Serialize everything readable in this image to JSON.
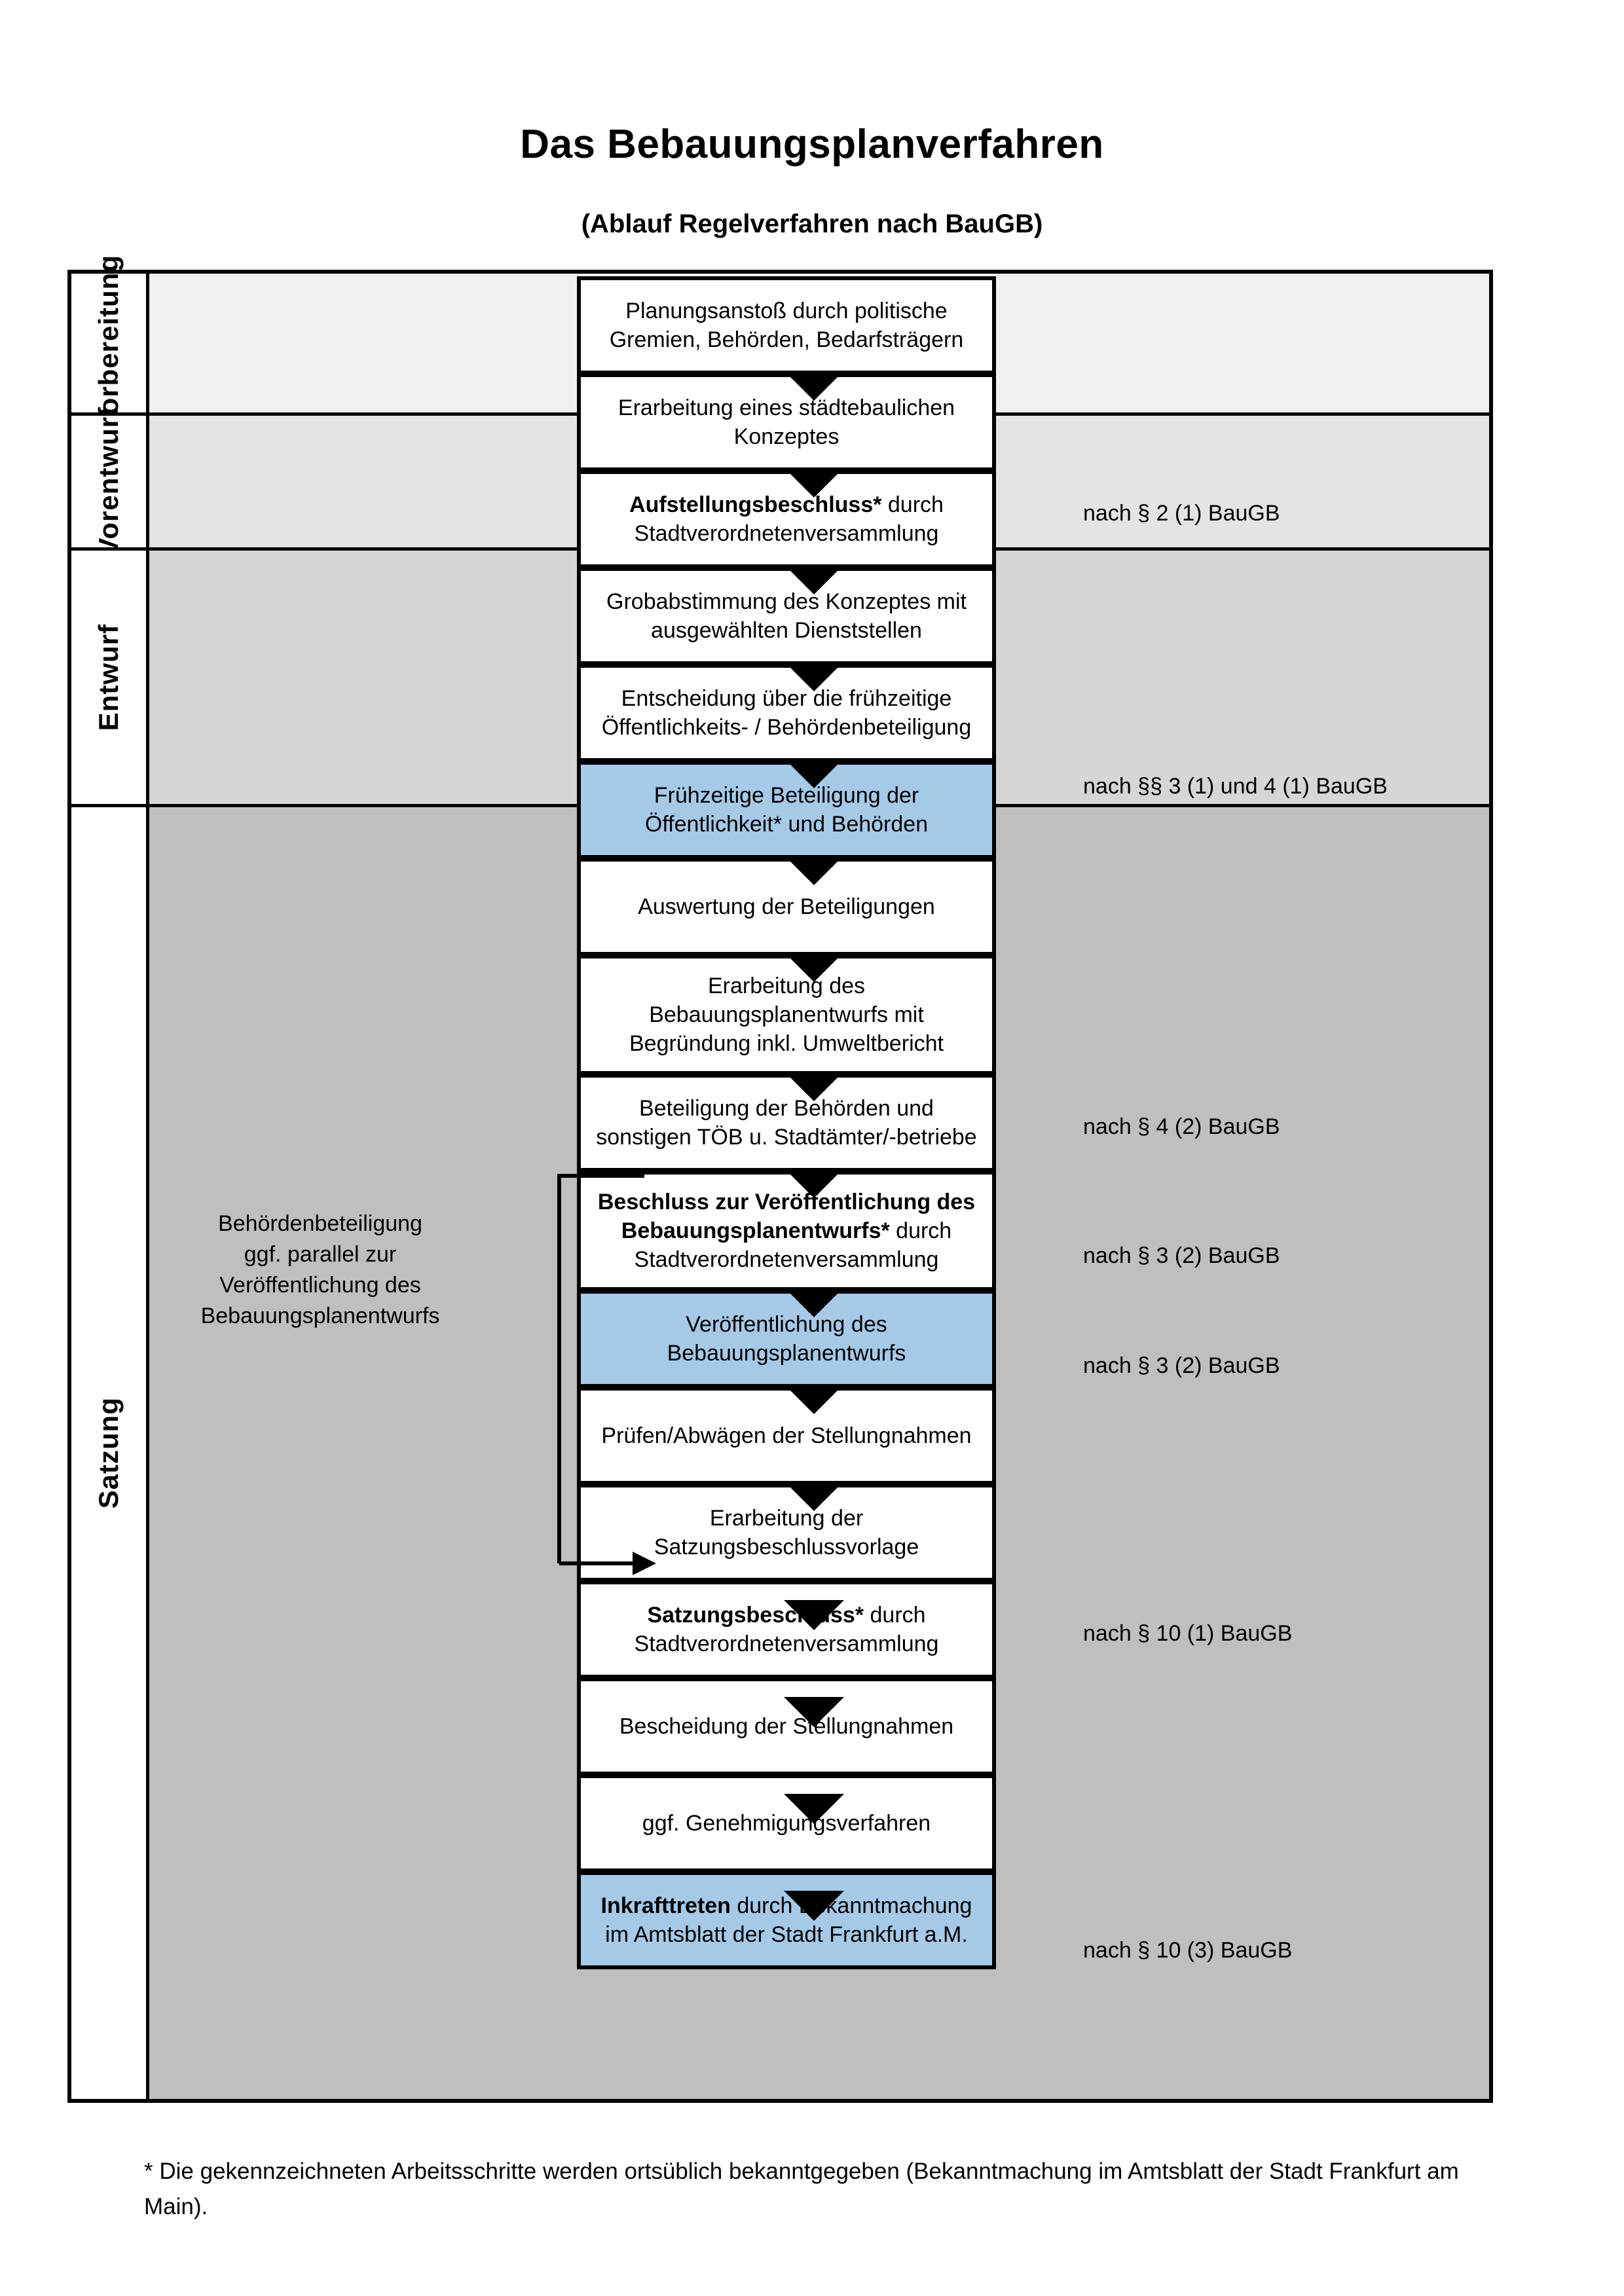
{
  "header": {
    "title": "Das Bebauungsplanverfahren",
    "subtitle": "(Ablauf Regelverfahren nach BauGB)"
  },
  "colors": {
    "highlight_box": "#a6c9e8",
    "band_vorbereitung": "#f0f0f0",
    "band_vorentwurf": "#e4e4e4",
    "band_entwurf": "#d6d6d6",
    "band_satzung": "#bfbfbf",
    "box_border": "#000000",
    "box_fill": "#ffffff"
  },
  "bands": [
    {
      "id": "vorbereitung",
      "label": "Vorbereitung"
    },
    {
      "id": "vorentwurf",
      "label": "Vorentwurf"
    },
    {
      "id": "entwurf",
      "label": "Entwurf"
    },
    {
      "id": "satzung",
      "label": "Satzung"
    }
  ],
  "steps": [
    {
      "band": "vorbereitung",
      "lines": [
        {
          "text": "Planungsanstoß durch politische",
          "bold": false
        },
        {
          "text": "Gremien, Behörden, Bedarfsträgern",
          "bold": false
        }
      ],
      "highlight": false
    },
    {
      "band": "vorbereitung",
      "lines": [
        {
          "text": "Erarbeitung eines städtebaulichen",
          "bold": false
        },
        {
          "text": "Konzeptes",
          "bold": false
        }
      ],
      "highlight": false
    },
    {
      "band": "vorbereitung",
      "lines": [
        {
          "text": "Aufstellungsbeschluss*",
          "bold": true,
          "suffix": " durch"
        },
        {
          "text": "Stadtverordnetenversammlung",
          "bold": false
        }
      ],
      "highlight": false
    },
    {
      "band": "vorentwurf",
      "lines": [
        {
          "text": "Grobabstimmung des Konzeptes mit",
          "bold": false
        },
        {
          "text": "ausgewählten Dienststellen",
          "bold": false
        }
      ],
      "highlight": false
    },
    {
      "band": "vorentwurf",
      "lines": [
        {
          "text": "Entscheidung über die frühzeitige",
          "bold": false
        },
        {
          "text": "Öffentlichkeits- / Behördenbeteiligung",
          "bold": false
        }
      ],
      "highlight": false
    },
    {
      "band": "vorentwurf",
      "lines": [
        {
          "text": "Frühzeitige Beteiligung der",
          "bold": true
        },
        {
          "text": "Öffentlichkeit* und Behörden",
          "bold": true
        }
      ],
      "highlight": true
    },
    {
      "band": "entwurf",
      "lines": [
        {
          "text": "Auswertung der Beteiligungen",
          "bold": false
        }
      ],
      "highlight": false
    },
    {
      "band": "entwurf",
      "lines": [
        {
          "text": "Erarbeitung des",
          "bold": false
        },
        {
          "text": "Bebauungsplanentwurfs mit",
          "bold": false
        },
        {
          "text": "Begründung inkl. Umweltbericht",
          "bold": false
        }
      ],
      "highlight": false
    },
    {
      "band": "entwurf",
      "lines": [
        {
          "text": "Beteiligung der Behörden und",
          "bold": false
        },
        {
          "text": "sonstigen TÖB u. Stadtämter/-betriebe",
          "bold": false
        }
      ],
      "highlight": false
    },
    {
      "band": "entwurf",
      "lines": [
        {
          "text": "Beschluss zur Veröffentlichung des",
          "bold": true
        },
        {
          "text": "Bebauungsplanentwurfs*",
          "bold": true,
          "suffix": " durch"
        },
        {
          "text": "Stadtverordnetenversammlung",
          "bold": false
        }
      ],
      "highlight": false
    },
    {
      "band": "entwurf",
      "lines": [
        {
          "text": "Veröffentlichung des",
          "bold": true
        },
        {
          "text": "Bebauungsplanentwurfs",
          "bold": true
        }
      ],
      "highlight": true
    },
    {
      "band": "satzung",
      "lines": [
        {
          "text": "Prüfen/Abwägen der Stellungnahmen",
          "bold": false
        }
      ],
      "highlight": false
    },
    {
      "band": "satzung",
      "lines": [
        {
          "text": "Erarbeitung der",
          "bold": false
        },
        {
          "text": "Satzungsbeschlussvorlage",
          "bold": false
        }
      ],
      "highlight": false
    },
    {
      "band": "satzung",
      "lines": [
        {
          "text": "Satzungsbeschluss*",
          "bold": true,
          "suffix": " durch"
        },
        {
          "text": "Stadtverordnetenversammlung",
          "bold": false
        }
      ],
      "highlight": false
    },
    {
      "band": "satzung",
      "lines": [
        {
          "text": "Bescheidung der Stellungnahmen",
          "bold": false
        }
      ],
      "highlight": false
    },
    {
      "band": "satzung",
      "lines": [
        {
          "text": "ggf. Genehmigungsverfahren",
          "bold": false
        }
      ],
      "highlight": false
    },
    {
      "band": "satzung",
      "lines": [
        {
          "text": "Inkrafttreten",
          "bold": true,
          "suffix": " durch Bekanntmachung"
        },
        {
          "text": "im Amtsblatt der Stadt Frankfurt a.M.",
          "bold": false
        }
      ],
      "highlight": true
    }
  ],
  "step_text": {
    "s1l1": "Planungsanstoß durch politische",
    "s1l2": "Gremien, Behörden, Bedarfsträgern",
    "s2l1": "Erarbeitung eines städtebaulichen",
    "s2l2": "Konzeptes",
    "s3l1_b": "Aufstellungsbeschluss*",
    "s3l1_r": " durch",
    "s3l2": "Stadtverordnetenversammlung",
    "s4l1": "Grobabstimmung des Konzeptes mit",
    "s4l2": "ausgewählten Dienststellen",
    "s5l1": "Entscheidung über die frühzeitige",
    "s5l2": "Öffentlichkeits- / Behördenbeteiligung",
    "s6l1": "Frühzeitige Beteiligung der",
    "s6l2": "Öffentlichkeit* und Behörden",
    "s7l1": "Auswertung der Beteiligungen",
    "s8l1": "Erarbeitung des",
    "s8l2": "Bebauungsplanentwurfs mit",
    "s8l3": "Begründung inkl. Umweltbericht",
    "s9l1": "Beteiligung der Behörden und",
    "s9l2": "sonstigen TÖB u. Stadtämter/-betriebe",
    "s10l1": "Beschluss zur Veröffentlichung des",
    "s10l2_b": "Bebauungsplanentwurfs*",
    "s10l2_r": " durch",
    "s10l3": "Stadtverordnetenversammlung",
    "s11l1": "Veröffentlichung des",
    "s11l2": "Bebauungsplanentwurfs",
    "s12l1": "Prüfen/Abwägen der Stellungnahmen",
    "s13l1": "Erarbeitung der",
    "s13l2": "Satzungsbeschlussvorlage",
    "s14l1_b": "Satzungsbeschluss*",
    "s14l1_r": " durch",
    "s14l2": "Stadtverordnetenversammlung",
    "s15l1": "Bescheidung der Stellungnahmen",
    "s16l1": "ggf. Genehmigungsverfahren",
    "s17l1_b": "Inkrafttreten",
    "s17l1_r": " durch Bekanntmachung",
    "s17l2": "im Amtsblatt der Stadt Frankfurt a.M."
  },
  "legal_refs": [
    {
      "id": "ref1",
      "text": "nach § 2 (1) BauGB"
    },
    {
      "id": "ref2",
      "text": "nach §§ 3 (1) und 4 (1) BauGB"
    },
    {
      "id": "ref3",
      "text": "nach § 4 (2) BauGB"
    },
    {
      "id": "ref4",
      "text": "nach § 3 (2) BauGB"
    },
    {
      "id": "ref5",
      "text": "nach § 3 (2) BauGB"
    },
    {
      "id": "ref6",
      "text": "nach § 10 (1) BauGB"
    },
    {
      "id": "ref7",
      "text": "nach § 10 (3) BauGB"
    }
  ],
  "side_note": {
    "text": "Behördenbeteiligung\nggf. parallel zur\nVeröffentlichung des\nBebauungsplanentwurfs"
  },
  "footnote": {
    "text": "* Die gekennzeichneten Arbeitsschritte werden ortsüblich bekanntgegeben (Bekanntmachung im Amtsblatt  der Stadt Frankfurt am Main)."
  }
}
